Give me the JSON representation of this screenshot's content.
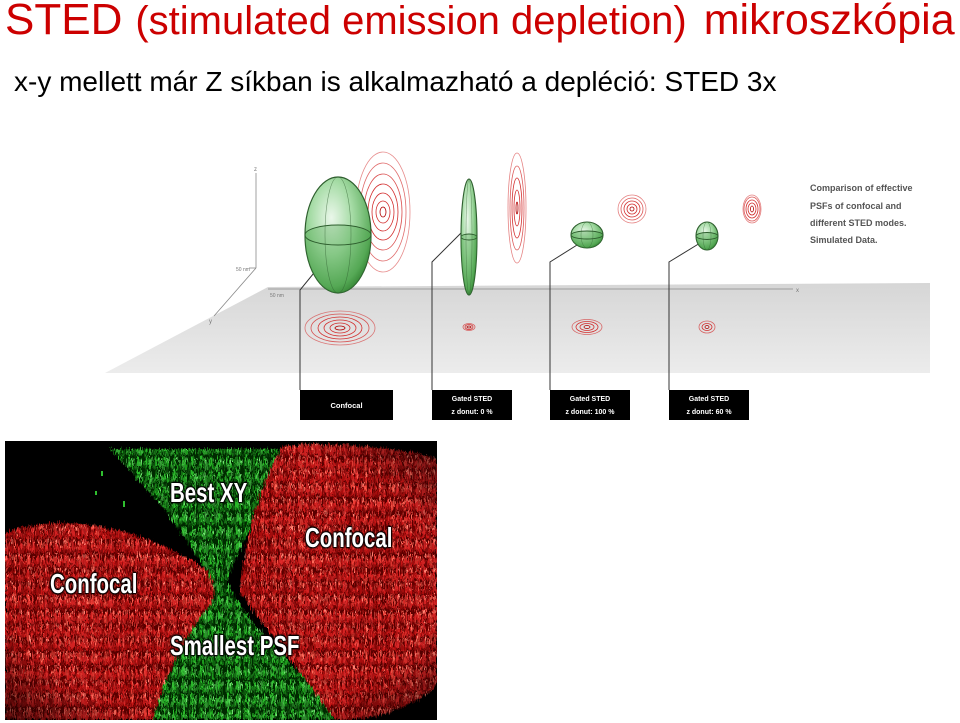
{
  "title": {
    "acronym": "STED",
    "expansion": "(stimulated emission depletion)",
    "word": "mikroszkópia"
  },
  "subtitle": "x-y mellett már Z síkban is alkalmazható a depléció: STED 3x",
  "psf_figure": {
    "axes": {
      "z": "z",
      "x": "x",
      "y": "y",
      "z_scale": "50 nm",
      "x_scale": "50 nm"
    },
    "caption": [
      "Comparison of effective",
      "PSFs of confocal and",
      "different STED modes.",
      "Simulated Data."
    ],
    "modes": [
      {
        "label": "Confocal"
      },
      {
        "label": "Gated STED",
        "detail": "z donut: 0 %"
      },
      {
        "label": "Gated STED",
        "detail": "z donut: 100 %"
      },
      {
        "label": "Gated STED",
        "detail": "z donut: 60 %"
      }
    ]
  },
  "intensity_image": {
    "labels": {
      "best_xy": "Best XY",
      "confocal_upper": "Confocal",
      "confocal_lower": "Confocal",
      "smallest_psf": "Smallest PSF"
    }
  },
  "colors": {
    "title": "#cc0000",
    "psf_green": "#5fae5f",
    "psf_rings_red": "#d32f2f",
    "label_box": "#000000",
    "image_background": "#000000"
  }
}
